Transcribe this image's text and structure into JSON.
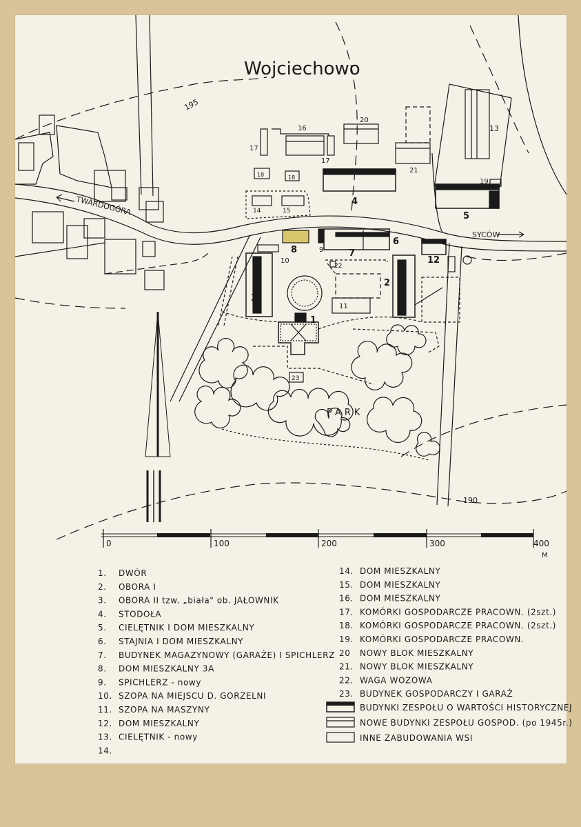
{
  "title": "Wojciechowo",
  "roads": {
    "west": "TWARDOGÓRA",
    "east": "SYCÓW"
  },
  "contours": [
    "195",
    "190"
  ],
  "park_label": "PARK",
  "scale": {
    "ticks": [
      "0",
      "100",
      "200",
      "300",
      "400"
    ],
    "unit": "M"
  },
  "building_numbers": [
    "1",
    "2",
    "3",
    "4",
    "5",
    "6",
    "7",
    "8",
    "9",
    "10",
    "11",
    "12",
    "13",
    "14",
    "15",
    "16",
    "17",
    "17",
    "18",
    "18",
    "19",
    "20",
    "21",
    "22",
    "23"
  ],
  "legend": {
    "left": [
      {
        "num": "1.",
        "text": "DWÓR"
      },
      {
        "num": "2.",
        "text": "OBORA I"
      },
      {
        "num": "3.",
        "text": "OBORA II  tzw. „biała\" ob. JAŁOWNIK"
      },
      {
        "num": "4.",
        "text": "STODOŁA"
      },
      {
        "num": "5.",
        "text": "CIELĘTNIK  I  DOM MIESZKALNY"
      },
      {
        "num": "6.",
        "text": "STAJNIA  I  DOM  MIESZKALNY"
      },
      {
        "num": "7.",
        "text": "BUDYNEK MAGAZYNOWY (GARAŻE) I SPICHLERZ"
      },
      {
        "num": "8.",
        "text": "DOM  MIESZKALNY  3A"
      },
      {
        "num": "9.",
        "text": "SPICHLERZ - nowy"
      },
      {
        "num": "10.",
        "text": "SZOPA NA MIEJSCU D. GORZELNI"
      },
      {
        "num": "11.",
        "text": "SZOPA NA MASZYNY"
      },
      {
        "num": "12.",
        "text": "DOM  MIESZKALNY"
      },
      {
        "num": "13.",
        "text": "CIELĘTNIK - nowy"
      },
      {
        "num": "14.",
        "text": ""
      }
    ],
    "right": [
      {
        "num": "14.",
        "text": "DOM  MIESZKALNY"
      },
      {
        "num": "15.",
        "text": "DOM  MIESZKALNY"
      },
      {
        "num": "16.",
        "text": "DOM  MIESZKALNY"
      },
      {
        "num": "17.",
        "text": "KOMÓRKI  GOSPODARCZE  PRACOWN. (2szt.)"
      },
      {
        "num": "18.",
        "text": "KOMÓRKI  GOSPODARCZE  PRACOWN. (2szt.)"
      },
      {
        "num": "19.",
        "text": "KOMÓRKI  GOSPODARCZE  PRACOWN."
      },
      {
        "num": "20",
        "text": "NOWY  BLOK  MIESZKALNY"
      },
      {
        "num": "21.",
        "text": "NOWY  BLOK  MIESZKALNY"
      },
      {
        "num": "22.",
        "text": "WAGA  WOZOWA"
      },
      {
        "num": "23.",
        "text": "BUDYNEK  GOSPODARCZY  I  GARAŻ"
      }
    ],
    "keys": [
      {
        "style": "historic",
        "text": "BUDYNKI  ZESPOŁU  O  WARTOŚCI  HISTORYCZNEJ"
      },
      {
        "style": "new",
        "text": "NOWE  BUDYNKI  ZESPOŁU GOSPOD.  (po 1945r.)"
      },
      {
        "style": "other",
        "text": "INNE  ZABUDOWANIA  WSI"
      }
    ]
  },
  "colors": {
    "paper": "#f4f1e6",
    "ink": "#1a1a1a",
    "highlight": "#d8c66a",
    "frame": "#d9c49a"
  }
}
